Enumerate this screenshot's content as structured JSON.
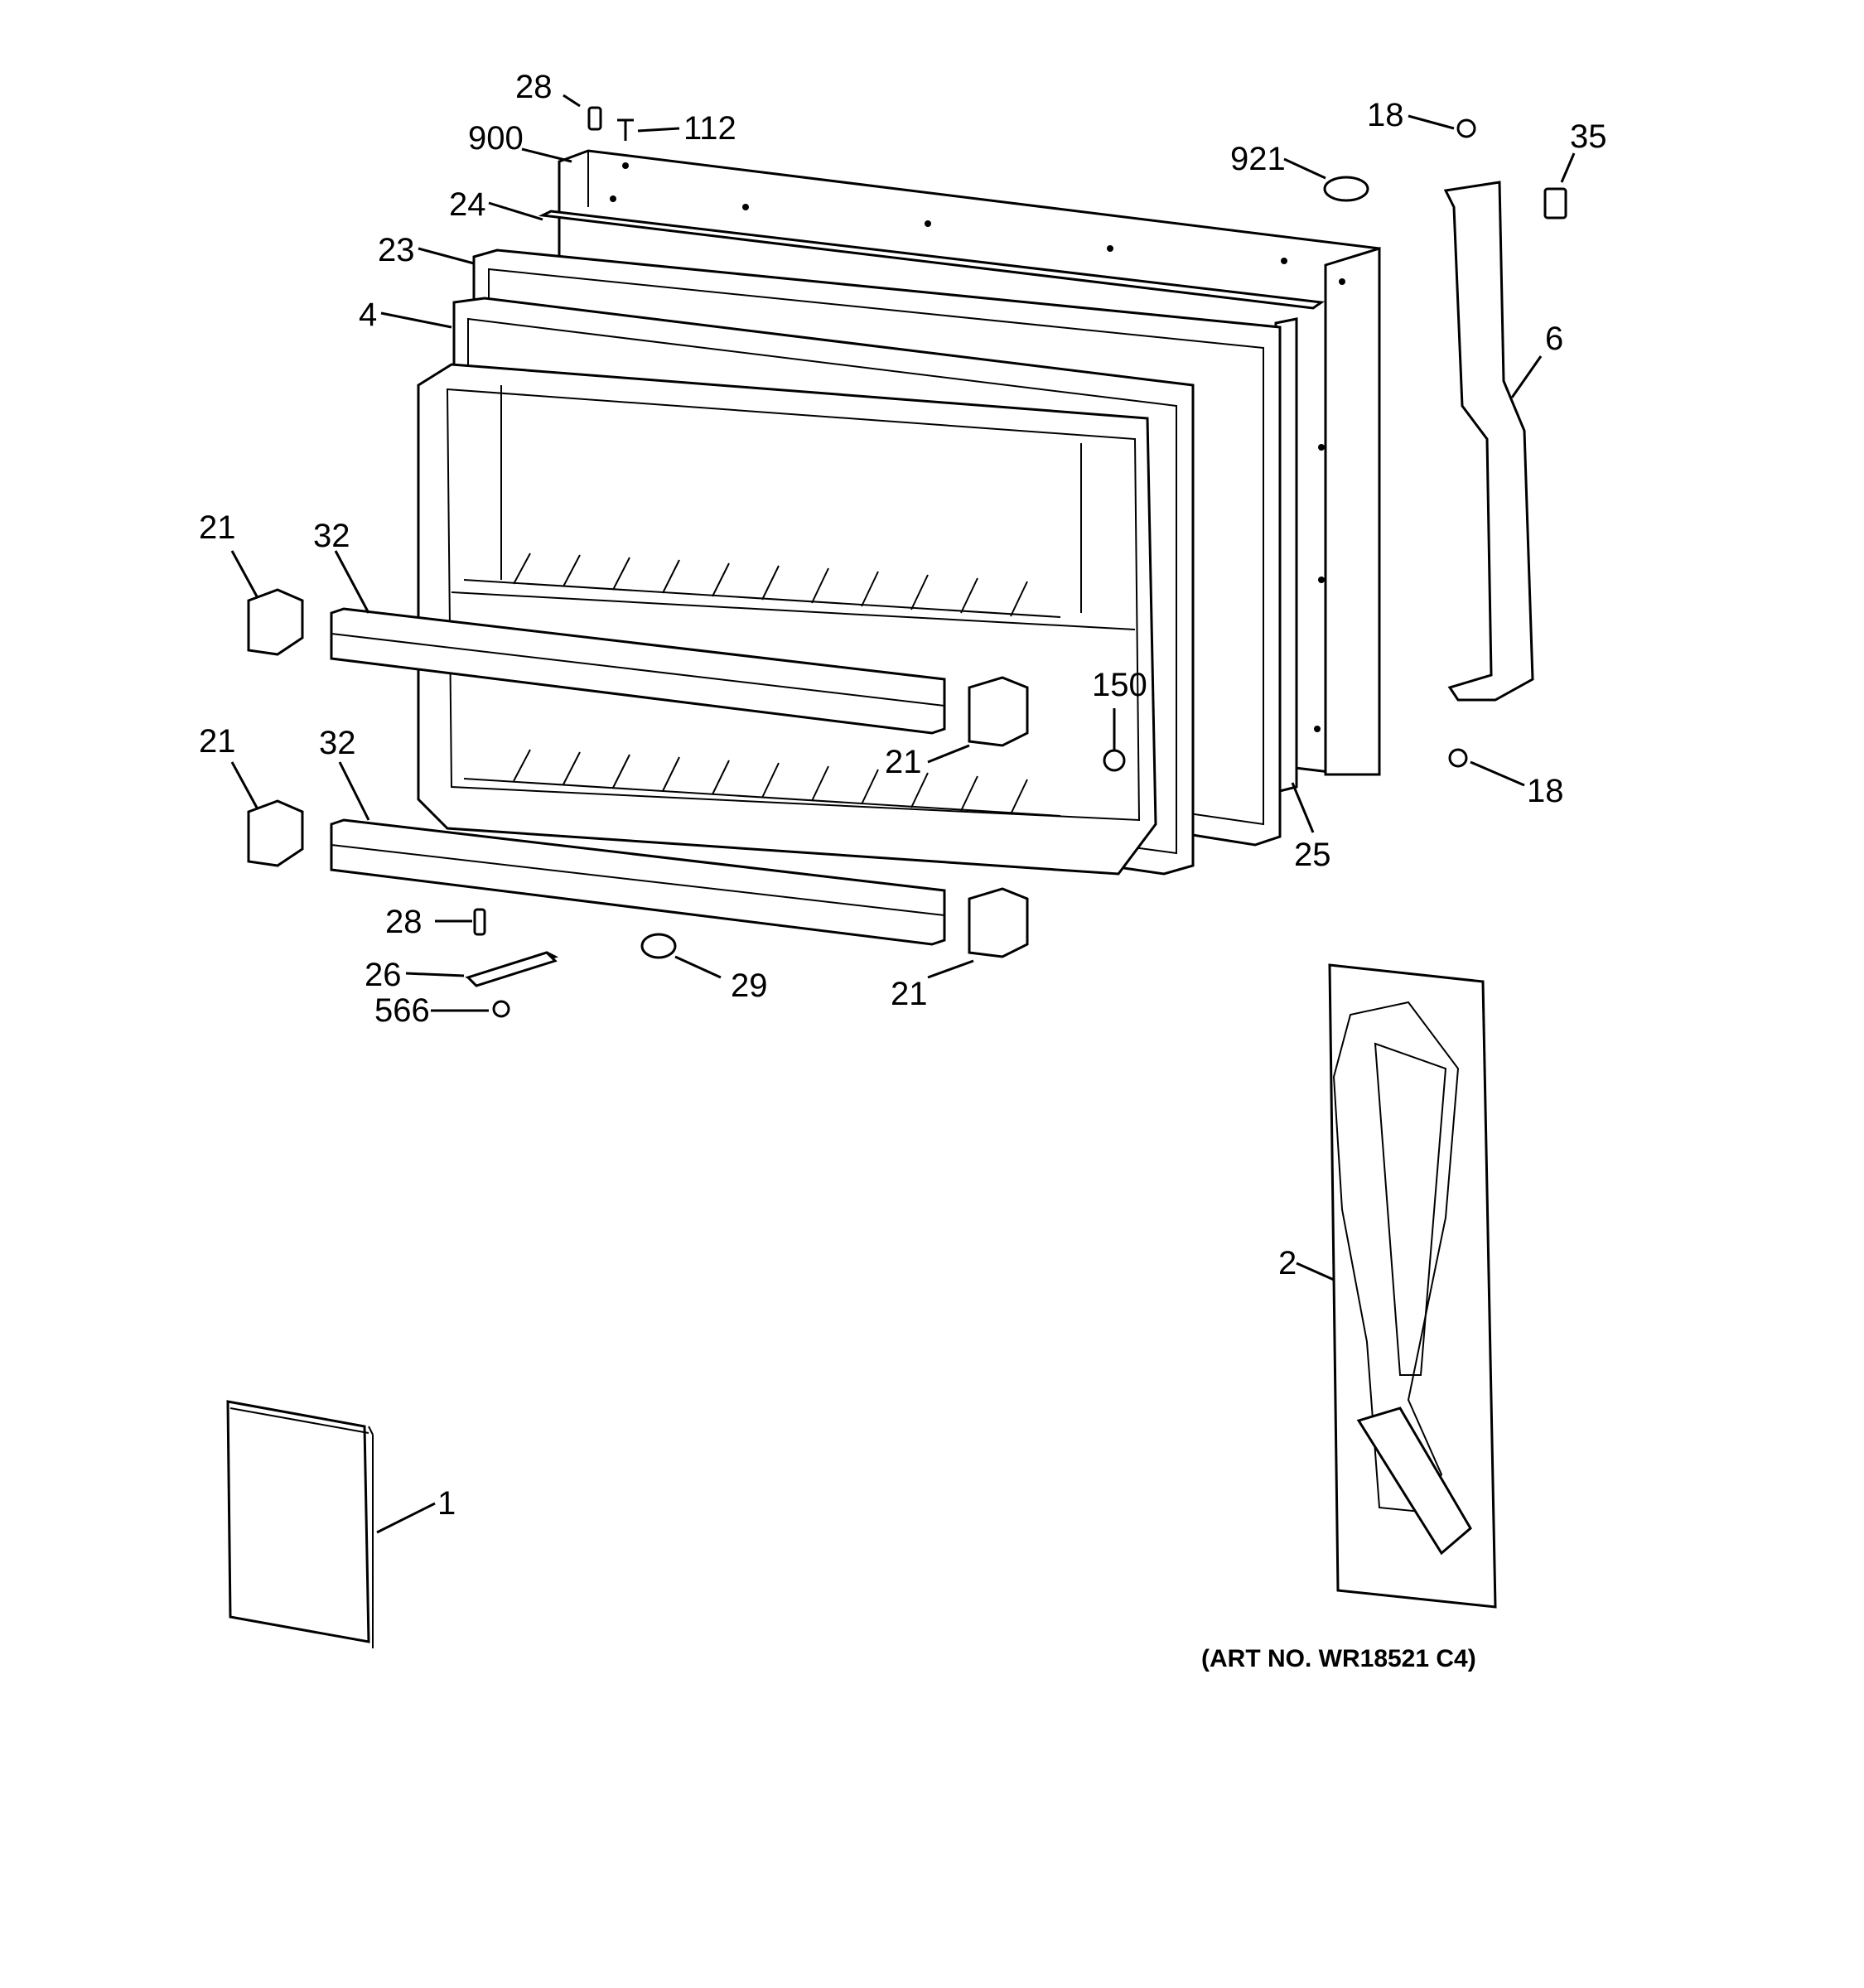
{
  "diagram": {
    "callouts": [
      {
        "id": "c-28a",
        "label": "28"
      },
      {
        "id": "c-112",
        "label": "112"
      },
      {
        "id": "c-900",
        "label": "900"
      },
      {
        "id": "c-24",
        "label": "24"
      },
      {
        "id": "c-23",
        "label": "23"
      },
      {
        "id": "c-4",
        "label": "4"
      },
      {
        "id": "c-921",
        "label": "921"
      },
      {
        "id": "c-18a",
        "label": "18"
      },
      {
        "id": "c-35",
        "label": "35"
      },
      {
        "id": "c-6",
        "label": "6"
      },
      {
        "id": "c-21a",
        "label": "21"
      },
      {
        "id": "c-32a",
        "label": "32"
      },
      {
        "id": "c-21b",
        "label": "21"
      },
      {
        "id": "c-32b",
        "label": "32"
      },
      {
        "id": "c-150",
        "label": "150"
      },
      {
        "id": "c-21c",
        "label": "21"
      },
      {
        "id": "c-18b",
        "label": "18"
      },
      {
        "id": "c-25",
        "label": "25"
      },
      {
        "id": "c-28b",
        "label": "28"
      },
      {
        "id": "c-26",
        "label": "26"
      },
      {
        "id": "c-29",
        "label": "29"
      },
      {
        "id": "c-21d",
        "label": "21"
      },
      {
        "id": "c-566",
        "label": "566"
      },
      {
        "id": "c-2",
        "label": "2"
      },
      {
        "id": "c-1",
        "label": "1"
      }
    ],
    "art_number": "(ART NO. WR18521 C4)"
  }
}
